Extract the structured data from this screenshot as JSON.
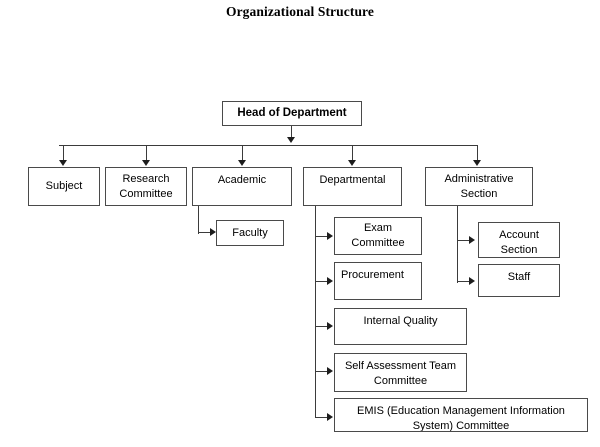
{
  "title": "Organizational Structure",
  "chart_data": {
    "type": "diagram",
    "diagram_kind": "organizational-chart",
    "title": "Organizational Structure",
    "root": "Head of Department",
    "nodes": [
      {
        "id": "head",
        "label": "Head of Department",
        "level": 0,
        "bold": true
      },
      {
        "id": "subject",
        "label": "Subject",
        "level": 1,
        "parent": "head"
      },
      {
        "id": "research",
        "label": "Research Committee",
        "level": 1,
        "parent": "head"
      },
      {
        "id": "academic",
        "label": "Academic",
        "level": 1,
        "parent": "head"
      },
      {
        "id": "departmental",
        "label": "Departmental",
        "level": 1,
        "parent": "head"
      },
      {
        "id": "administrative",
        "label": "Administrative Section",
        "level": 1,
        "parent": "head"
      },
      {
        "id": "faculty",
        "label": "Faculty",
        "level": 2,
        "parent": "academic"
      },
      {
        "id": "exam",
        "label": "Exam Committee",
        "level": 2,
        "parent": "departmental"
      },
      {
        "id": "procurement",
        "label": "Procurement",
        "level": 2,
        "parent": "departmental"
      },
      {
        "id": "internal_quality",
        "label": "Internal Quality",
        "level": 2,
        "parent": "departmental"
      },
      {
        "id": "self_assessment",
        "label": "Self Assessment Team Committee",
        "level": 2,
        "parent": "departmental"
      },
      {
        "id": "emis",
        "label": "EMIS (Education Management Information System) Committee",
        "level": 2,
        "parent": "departmental"
      },
      {
        "id": "account",
        "label": "Account Section",
        "level": 2,
        "parent": "administrative"
      },
      {
        "id": "staff",
        "label": "Staff",
        "level": 2,
        "parent": "administrative"
      }
    ],
    "edges": [
      {
        "from": "head",
        "to": "subject"
      },
      {
        "from": "head",
        "to": "research"
      },
      {
        "from": "head",
        "to": "academic"
      },
      {
        "from": "head",
        "to": "departmental"
      },
      {
        "from": "head",
        "to": "administrative"
      },
      {
        "from": "academic",
        "to": "faculty"
      },
      {
        "from": "departmental",
        "to": "exam"
      },
      {
        "from": "departmental",
        "to": "procurement"
      },
      {
        "from": "departmental",
        "to": "internal_quality"
      },
      {
        "from": "departmental",
        "to": "self_assessment"
      },
      {
        "from": "departmental",
        "to": "emis"
      },
      {
        "from": "administrative",
        "to": "account"
      },
      {
        "from": "administrative",
        "to": "staff"
      }
    ],
    "colors": {
      "box_border": "#4a4a4a",
      "box_fill": "#ffffff",
      "connector": "#3b3b3b",
      "text": "#000000",
      "background": "#ffffff"
    }
  },
  "boxes": {
    "head": "Head of Department",
    "subject": "Subject",
    "research": "Research Committee",
    "academic": "Academic",
    "departmental": "Departmental",
    "administrative": "Administrative Section",
    "faculty": "Faculty",
    "exam": "Exam Committee",
    "procurement": "Procurement",
    "internal_quality": "Internal Quality",
    "self_assessment": "Self Assessment Team Committee",
    "emis": "EMIS (Education Management Information System) Committee",
    "account": "Account Section",
    "staff": "Staff"
  }
}
